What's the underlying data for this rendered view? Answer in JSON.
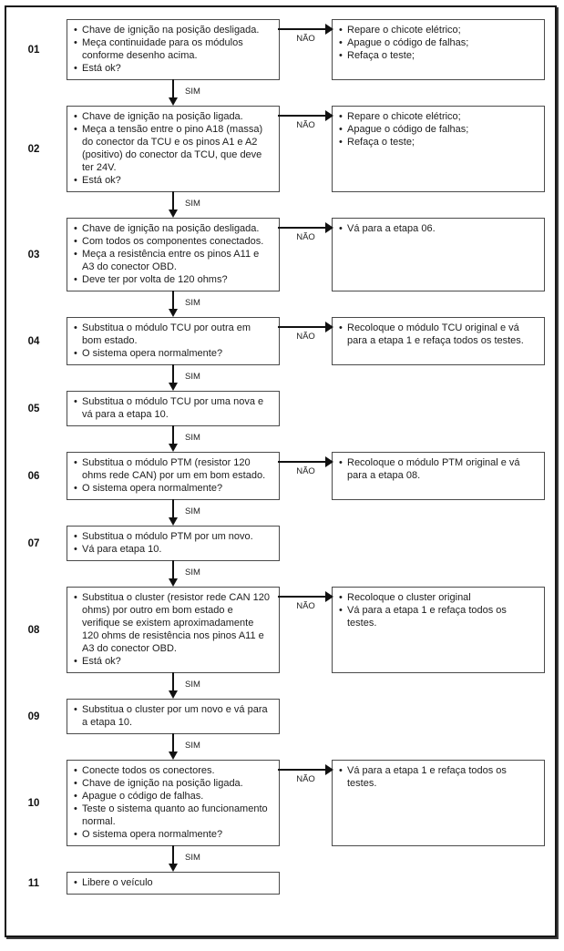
{
  "diagram": {
    "yes_label": "SIM",
    "no_label": "NÃO",
    "steps": [
      {
        "id": "01",
        "main": [
          "Chave de ignição na posição desligada.",
          "Meça continuidade para os módulos conforme desenho acima.",
          "Está ok?"
        ],
        "no_branch": [
          "Repare o chicote elétrico;",
          "Apague o código de falhas;",
          "Refaça o teste;"
        ]
      },
      {
        "id": "02",
        "main": [
          "Chave de ignição na posição ligada.",
          "Meça a tensão entre o pino A18 (massa) do conector da TCU e os pinos A1 e A2 (positivo) do conector da TCU, que deve ter 24V.",
          "Está ok?"
        ],
        "no_branch": [
          "Repare o chicote elétrico;",
          "Apague o código de falhas;",
          "Refaça o teste;"
        ]
      },
      {
        "id": "03",
        "main": [
          "Chave de ignição na posição desligada.",
          "Com todos os componentes conectados.",
          "Meça a resistência entre os pinos A11 e A3 do conector OBD.",
          "Deve ter por volta de 120 ohms?"
        ],
        "no_branch": [
          "Vá para a etapa 06."
        ]
      },
      {
        "id": "04",
        "main": [
          "Substitua o módulo TCU por outra em bom estado.",
          "O sistema opera normalmente?"
        ],
        "no_branch": [
          "Recoloque o módulo TCU original e vá para a etapa 1 e refaça todos os testes."
        ]
      },
      {
        "id": "05",
        "main": [
          "Substitua o módulo TCU por uma nova e vá para a etapa 10."
        ]
      },
      {
        "id": "06",
        "main": [
          "Substitua o módulo PTM (resistor 120 ohms rede CAN) por um em bom estado.",
          "O sistema opera normalmente?"
        ],
        "no_branch": [
          "Recoloque o módulo PTM original e vá para a etapa 08."
        ]
      },
      {
        "id": "07",
        "main": [
          "Substitua o módulo PTM por um novo.",
          "Vá para etapa 10."
        ]
      },
      {
        "id": "08",
        "main": [
          "Substitua o cluster (resistor rede CAN 120 ohms) por outro em bom estado e verifique se existem aproximadamente 120 ohms de resistência nos pinos A11 e A3 do conector OBD.",
          "Está ok?"
        ],
        "no_branch": [
          "Recoloque o cluster original",
          "Vá para a etapa 1 e refaça todos os testes."
        ]
      },
      {
        "id": "09",
        "main": [
          "Substitua o cluster por um novo e vá para a etapa 10."
        ]
      },
      {
        "id": "10",
        "main": [
          "Conecte todos os conectores.",
          "Chave de ignição na posição ligada.",
          "Apague o código de falhas.",
          "Teste o sistema quanto ao funcionamento normal.",
          "O sistema opera normalmente?"
        ],
        "no_branch": [
          "Vá para a etapa 1 e refaça todos os testes."
        ]
      },
      {
        "id": "11",
        "main": [
          "Libere o veículo"
        ]
      }
    ]
  }
}
